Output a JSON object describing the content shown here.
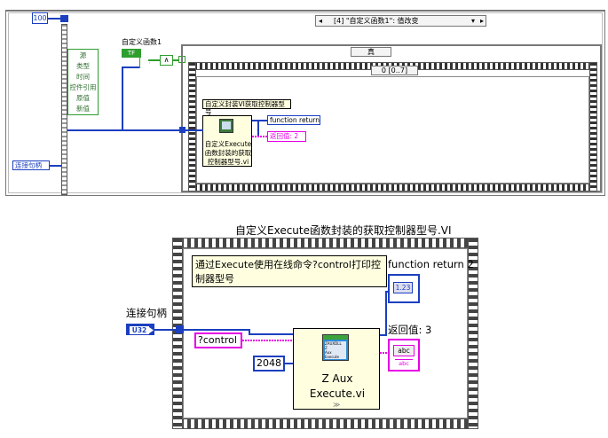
{
  "top": {
    "const_100": "100",
    "case_selector": "[4] \"自定义函数1\": 值改变",
    "prop_label": "自定义函数1",
    "prop_items": [
      "源",
      "类型",
      "时间",
      "控件引用",
      "原值",
      "新值"
    ],
    "bool_value": "TF",
    "and_label": "∧",
    "inner_case": "真",
    "seq_label": "0 [0..7]",
    "caption": "自定义封装VI获取控制器型号",
    "subvi_label": "自定义Execute函数封装的获取控制器型号.vi",
    "output1": "function return",
    "output2": "返回值:  2",
    "handle_label": "连接句柄"
  },
  "bottom": {
    "title": "自定义Execute函数封装的获取控制器型号.VI",
    "comment": "通过Execute使用在线命令?control打印控制器型号",
    "fn_return": "function return 2",
    "num_indicator": "1.23",
    "ret_label": "返回值:  3",
    "str_indicator": "abc",
    "str_sub": "abc",
    "handle_label": "连接句柄",
    "handle_type": "U32",
    "str_const": "?control",
    "num_const": "2048",
    "subvi_icon": "ZAUXDLL\nZ\nAux\nExecute",
    "subvi_name": "Z Aux Execute.vi"
  },
  "colors": {
    "wire_blue": "#1b3fbf",
    "wire_pink": "#e600e6",
    "wire_green": "#2e9e2e",
    "comment_bg": "#ffffe0"
  }
}
